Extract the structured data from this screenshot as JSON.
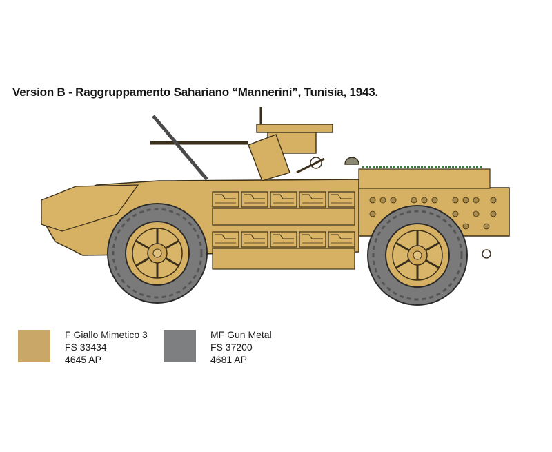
{
  "title": "Version B - Raggruppamento Sahariano “Mannerini”, Tunisia, 1943.",
  "vehicle": {
    "icon": "armored-car-profile-icon",
    "hull_color": "#d6b063",
    "tire_color": "#6b6b6b"
  },
  "legend": [
    {
      "name": "F Giallo Mimetico 3",
      "fs": "FS 33434",
      "ap": "4645 AP",
      "color": "#c8a768"
    },
    {
      "name": "MF Gun Metal",
      "fs": "FS 37200",
      "ap": "4681 AP",
      "color": "#7d7f81"
    }
  ]
}
